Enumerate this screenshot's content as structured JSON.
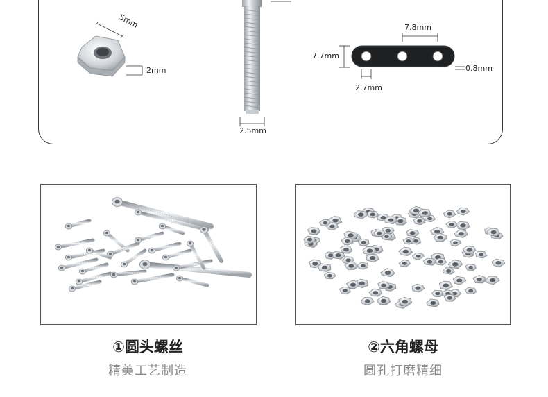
{
  "spec_panel": {
    "nut": {
      "width_label": "5mm",
      "thickness_label": "2mm"
    },
    "screw": {
      "diameter_label": "2.5mm"
    },
    "bracket": {
      "length_label": "7.8mm",
      "height_label": "7.7mm",
      "hole_label": "2.7mm",
      "thickness_label": "0.8mm"
    }
  },
  "products": [
    {
      "title": "①圆头螺丝",
      "subtitle": "精美工艺制造"
    },
    {
      "title": "②六角螺母",
      "subtitle": "圆孔打磨精细"
    }
  ]
}
